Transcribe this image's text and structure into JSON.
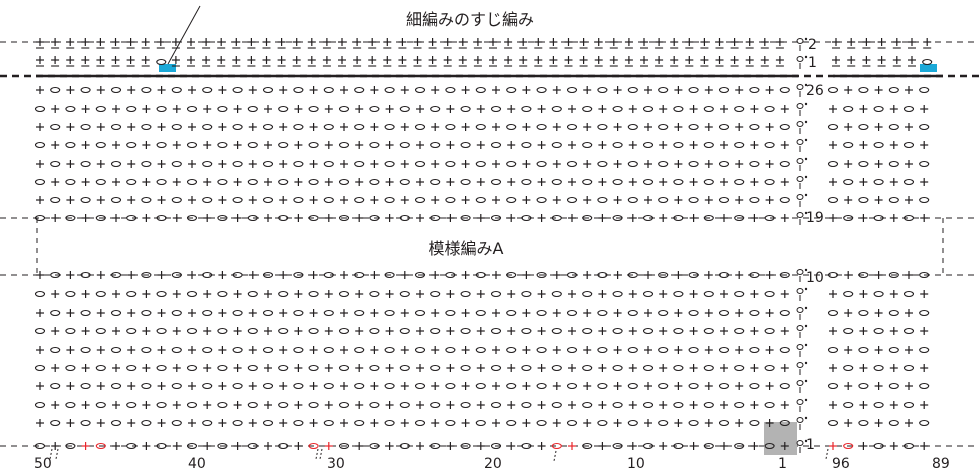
{
  "section_titles": {
    "top": "細編みのすじ編み",
    "middle": "模様編みA"
  },
  "row_labels": {
    "top_2": "2",
    "top_1": "1",
    "r26": "26",
    "r19": "19",
    "r10": "10",
    "r1": "1"
  },
  "stitch_numbers": [
    "50",
    "40",
    "30",
    "20",
    "10",
    "1",
    "96",
    "89"
  ],
  "colors": {
    "ink": "#231f20",
    "highlight_blue": "#1ba9d8",
    "accent_red": "#e8262b",
    "start_gray": "#b3b3b3"
  },
  "legend_symbols": {
    "single_crochet": "+",
    "chain": "○",
    "start_mark": "Ϙ"
  }
}
